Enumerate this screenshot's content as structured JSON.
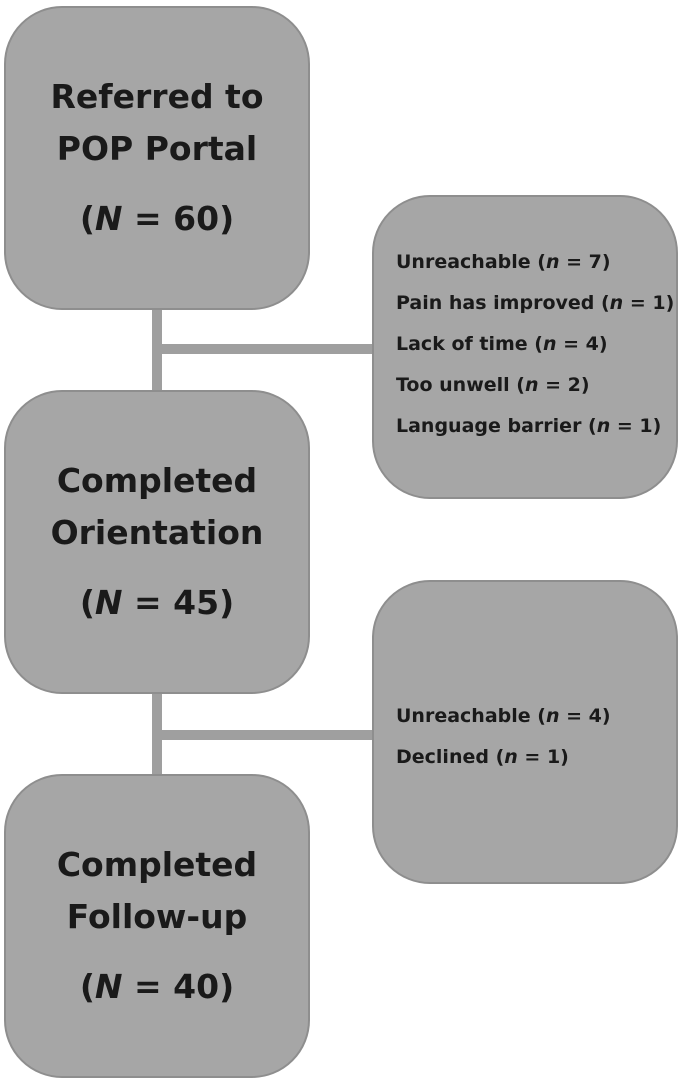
{
  "boxes": [
    {
      "title_lines": [
        "Referred to",
        "POP Portal"
      ],
      "count_prefix": "(",
      "count_var": "N",
      "count_suffix": " = 60)"
    },
    {
      "title_lines": [
        "Completed",
        "Orientation"
      ],
      "count_prefix": "(",
      "count_var": "N",
      "count_suffix": " = 45)"
    },
    {
      "title_lines": [
        "Completed",
        "Follow-up"
      ],
      "count_prefix": "(",
      "count_var": "N",
      "count_suffix": " = 40)"
    }
  ],
  "exclusions": [
    {
      "items": [
        {
          "reason": "Unreachable (",
          "var": "n",
          "value": " = 7)"
        },
        {
          "reason": "Pain has improved (",
          "var": "n",
          "value": " = 1)"
        },
        {
          "reason": "Lack of time (",
          "var": "n",
          "value": " = 4)"
        },
        {
          "reason": "Too unwell (",
          "var": "n",
          "value": " = 2)"
        },
        {
          "reason": "Language barrier (",
          "var": "n",
          "value": " = 1)"
        }
      ]
    },
    {
      "items": [
        {
          "reason": "Unreachable (",
          "var": "n",
          "value": " = 4)"
        },
        {
          "reason": "Declined (",
          "var": "n",
          "value": " = 1)"
        }
      ]
    }
  ]
}
